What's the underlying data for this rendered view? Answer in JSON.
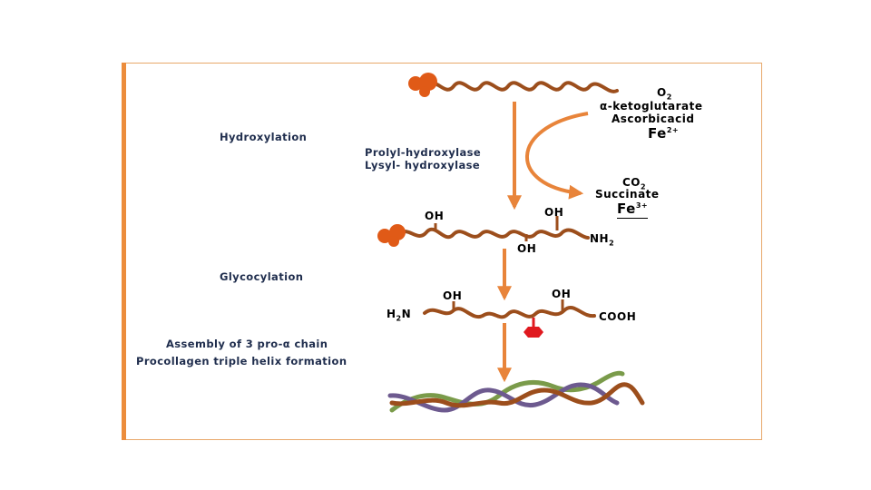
{
  "steps": {
    "hydroxylation": "Hydroxylation",
    "glycocylation": "Glycocylation",
    "assembly": "Assembly of 3 pro-α chain",
    "helix": "Procollagen triple helix formation"
  },
  "enzymes": {
    "prolyl": "Prolyl-hydroxylase",
    "lysyl": "Lysyl- hydroxylase"
  },
  "substrates": {
    "o2_base": "O",
    "o2_sub": "2",
    "aketo": "α-ketoglutarate",
    "ascorbic": "Ascorbicacid",
    "fe2_base": "Fe",
    "fe2_sup": "2+"
  },
  "products": {
    "co2_base": "CO",
    "co2_sub": "2",
    "succinate": "Succinate",
    "fe3_base": "Fe",
    "fe3_sup": "3+"
  },
  "chain2": {
    "oh_left": "OH",
    "oh_right": "OH",
    "oh_bottom": "OH",
    "nh2_base": "NH",
    "nh2_sub": "2"
  },
  "chain3": {
    "h2n_base": "H",
    "h2n_sub": "2",
    "h2n_end": "N",
    "oh_left": "OH",
    "oh_right": "OH",
    "cooh": "COOH"
  },
  "colors": {
    "chain": "#9c4e1c",
    "arrow": "#e8843a",
    "bead": "#e05a17",
    "sugar": "#e0191f",
    "helix_green": "#7a9b4a",
    "helix_purple": "#6d5a8f",
    "helix_brown": "#9c4e1c",
    "frame": "#e8a86a",
    "label": "#1f2d4d"
  }
}
